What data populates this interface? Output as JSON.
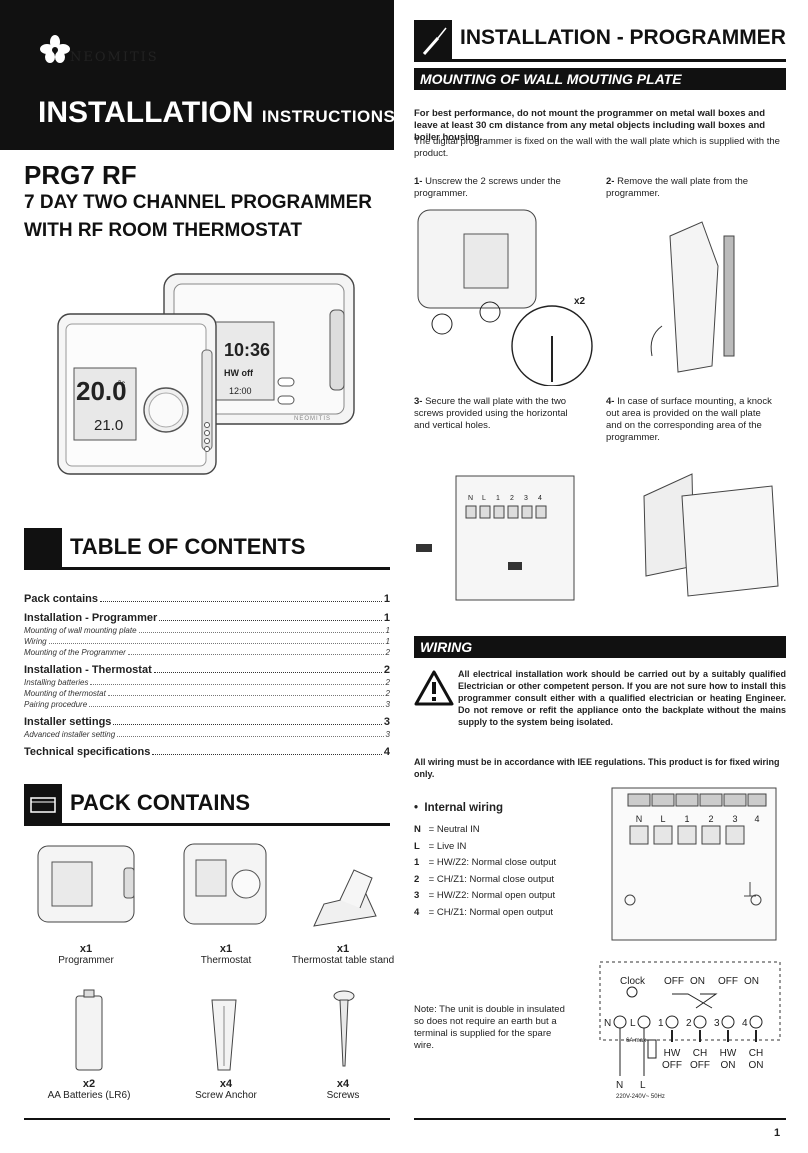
{
  "header": {
    "brand": "NEOMITIS",
    "title_big": "INSTALLATION",
    "title_small": "INSTRUCTIONS"
  },
  "product": {
    "model": "PRG7 RF",
    "line1": "7 DAY TWO  CHANNEL PROGRAMMER",
    "line2": "WITH RF ROOM THERMOSTAT"
  },
  "device_display": {
    "thermostat_temp": "20.0",
    "thermostat_unit": "°c",
    "thermostat_set": "21.0",
    "programmer_time": "10:36",
    "programmer_hw": "HW off",
    "programmer_clock2": "12:00",
    "brand_mark": "NEOMITIS"
  },
  "toc": {
    "title": "TABLE OF CONTENTS",
    "sections": [
      {
        "label": "Pack contains",
        "page": "1",
        "subs": []
      },
      {
        "label": "Installation - Programmer",
        "page": "1",
        "subs": [
          {
            "label": "Mounting of wall mounting plate",
            "page": "1"
          },
          {
            "label": "Wiring",
            "page": "1"
          },
          {
            "label": "Mounting of the Programmer",
            "page": "2"
          }
        ]
      },
      {
        "label": "Installation - Thermostat",
        "page": "2",
        "subs": [
          {
            "label": "Installing batteries",
            "page": "2"
          },
          {
            "label": "Mounting of thermostat",
            "page": "2"
          },
          {
            "label": "Pairing procedure",
            "page": "3"
          }
        ]
      },
      {
        "label": "Installer settings",
        "page": "3",
        "subs": [
          {
            "label": "Advanced installer setting",
            "page": "3"
          }
        ]
      },
      {
        "label": "Technical specifications",
        "page": "4",
        "subs": []
      }
    ]
  },
  "pack": {
    "title": "PACK CONTAINS",
    "items": [
      {
        "qty": "x1",
        "name": "Programmer"
      },
      {
        "qty": "x1",
        "name": "Thermostat"
      },
      {
        "qty": "x1",
        "name": "Thermostat table stand"
      },
      {
        "qty": "x2",
        "name": "AA Batteries (LR6)"
      },
      {
        "qty": "x4",
        "name": "Screw Anchor"
      },
      {
        "qty": "x4",
        "name": "Screws"
      }
    ]
  },
  "installation": {
    "title": "INSTALLATION - PROGRAMMER",
    "mounting_title": "MOUNTING OF WALL MOUTING PLATE",
    "para_bold": "For best performance, do not mount the programmer on metal wall boxes and leave at least 30 cm distance from any metal objects including wall boxes and boiler housing.",
    "para": "The digital programmer is fixed on the wall with the wall plate which is supplied with the product.",
    "steps": [
      {
        "num": "1-",
        "text": "Unscrew the 2 screws under the programmer."
      },
      {
        "num": "2-",
        "text": "Remove the wall plate from the programmer."
      },
      {
        "num": "3-",
        "text": "Secure the wall plate with the two screws provided using the horizontal and vertical holes."
      },
      {
        "num": "4-",
        "text": "In case of surface mounting, a knock out area is provided on the wall plate and on the corresponding area of the programmer."
      }
    ],
    "screw_count": "x2"
  },
  "wiring": {
    "title": "WIRING",
    "warning": "All electrical installation work should be carried out by a suitably qualified Electrician or other competent person. If you are not sure how to install this programmer consult either with a qualified electrician or heating Engineer. Do not remove or refit the appliance onto the backplate without the mains supply to the system being isolated.",
    "iee": "All wiring must be in accordance with IEE regulations. This product is for fixed wiring only.",
    "internal_title": "Internal wiring",
    "legend": [
      {
        "key": "N",
        "desc": "= Neutral IN"
      },
      {
        "key": "L",
        "desc": "= Live IN"
      },
      {
        "key": "1",
        "desc": "= HW/Z2: Normal close output"
      },
      {
        "key": "2",
        "desc": "= CH/Z1: Normal close output"
      },
      {
        "key": "3",
        "desc": "= HW/Z2: Normal open output"
      },
      {
        "key": "4",
        "desc": "= CH/Z1: Normal open output"
      }
    ],
    "note": "Note: The unit is double in insulated so does not require an earth but a terminal is supplied for the spare wire.",
    "terminal_labels": [
      "N",
      "L",
      "1",
      "2",
      "3",
      "4"
    ],
    "diagram": {
      "clock": "Clock",
      "off1": "OFF",
      "on1": "ON",
      "off2": "OFF",
      "on2": "ON",
      "fuse": "6A max",
      "out": [
        {
          "a": "HW",
          "b": "OFF"
        },
        {
          "a": "CH",
          "b": "OFF"
        },
        {
          "a": "HW",
          "b": "ON"
        },
        {
          "a": "CH",
          "b": "ON"
        }
      ],
      "supply": "220V-240V~ 50Hz"
    }
  },
  "page_number": "1"
}
